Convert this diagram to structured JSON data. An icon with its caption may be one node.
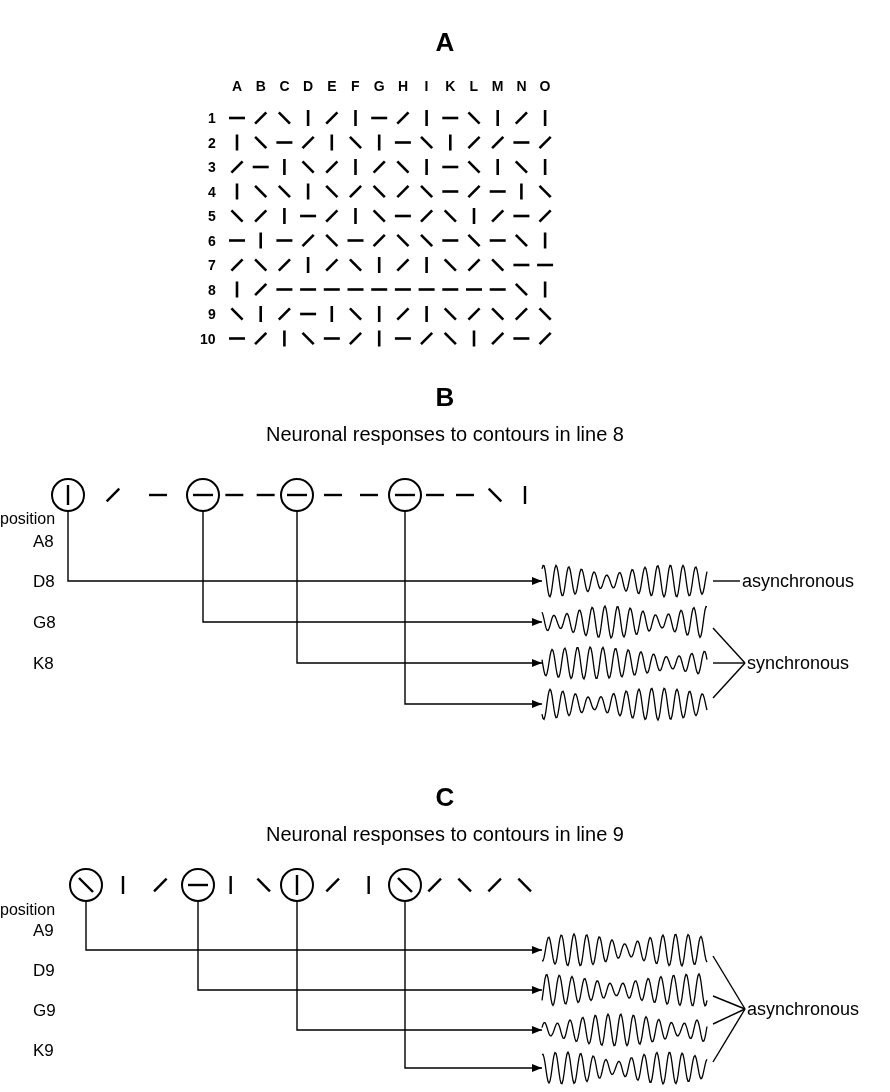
{
  "diagram": {
    "nodes": [
      {
        "text": [],
        "shape": "circle"
      },
      {
        "text": [],
        "shape": "circle"
      },
      {
        "text": [],
        "shape": "circle"
      },
      {
        "text": [],
        "shape": "circle"
      },
      {
        "text": [],
        "shape": "waveform"
      },
      {
        "text": [],
        "shape": "waveform"
      },
      {
        "text": [],
        "shape": "waveform"
      },
      {
        "text": [],
        "shape": "waveform"
      },
      {
        "text": [
          "asynchronous"
        ]
      },
      {
        "text": [
          "synchronous"
        ]
      },
      {
        "text": [],
        "shape": "circle"
      },
      {
        "text": [],
        "shape": "circle"
      },
      {
        "text": [],
        "shape": "circle"
      },
      {
        "text": [],
        "shape": "circle"
      },
      {
        "text": [],
        "shape": "waveform"
      },
      {
        "text": [],
        "shape": "waveform"
      },
      {
        "text": [],
        "shape": "waveform"
      },
      {
        "text": [],
        "shape": "waveform"
      },
      {
        "text": [
          "asynchronous"
        ]
      }
    ],
    "edges": [
      {
        "from": 0,
        "to": 4,
        "arrow": "to"
      },
      {
        "from": 1,
        "to": 5,
        "arrow": "to"
      },
      {
        "from": 2,
        "to": 6,
        "arrow": "to"
      },
      {
        "from": 3,
        "to": 7,
        "arrow": "to"
      },
      {
        "from": 8,
        "to": 4,
        "arrow": "none"
      },
      {
        "from": 9,
        "to": 5,
        "arrow": "none"
      },
      {
        "from": 9,
        "to": 6,
        "arrow": "none"
      },
      {
        "from": 9,
        "to": 7,
        "arrow": "none"
      },
      {
        "from": 10,
        "to": 14,
        "arrow": "to"
      },
      {
        "from": 11,
        "to": 15,
        "arrow": "to"
      },
      {
        "from": 12,
        "to": 16,
        "arrow": "to"
      },
      {
        "from": 13,
        "to": 17,
        "arrow": "to"
      },
      {
        "from": 18,
        "to": 14,
        "arrow": "none"
      },
      {
        "from": 18,
        "to": 15,
        "arrow": "none"
      },
      {
        "from": 18,
        "to": 16,
        "arrow": "none"
      },
      {
        "from": 18,
        "to": 17,
        "arrow": "none"
      }
    ],
    "labels": [
      "A",
      "A",
      "B",
      "C",
      "D",
      "E",
      "F",
      "G",
      "H",
      "I",
      "K",
      "L",
      "M",
      "N",
      "O",
      "1",
      "2",
      "3",
      "4",
      "5",
      "6",
      "7",
      "8",
      "9",
      "10",
      "B",
      "Neuronal responses to contours in line 8",
      "position",
      "A8",
      "D8",
      "G8",
      "K8",
      "C",
      "Neuronal responses to contours in line 9",
      "position",
      "A9",
      "D9",
      "G9",
      "K9"
    ]
  }
}
